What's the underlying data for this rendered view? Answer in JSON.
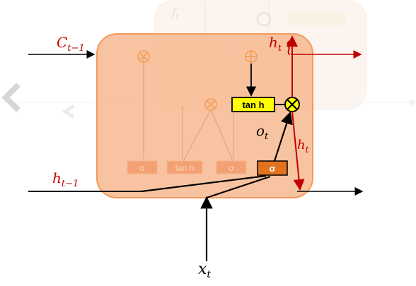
{
  "labels": {
    "c_prev": "C",
    "c_prev_sub": "t−1",
    "h_prev": "h",
    "h_prev_sub": "t−1",
    "x_t": "x",
    "x_t_sub": "t",
    "h_out_top": "h",
    "h_out_top_sub": "t",
    "h_out_side": "h",
    "h_out_side_sub": "t",
    "o_t": "o",
    "o_t_sub": "t",
    "faded_f": "f",
    "faded_f_sub": "t",
    "faded_g": "g",
    "faded_g_sub": "t"
  },
  "gates": {
    "tanh_box": "tan h",
    "sigma_output": "σ",
    "faded_sigma_1": "σ",
    "faded_tanh": "tan h",
    "faded_sigma_2": "σ"
  },
  "colors": {
    "cell_fill": "#f7b98f",
    "cell_stroke": "#f39a5c",
    "highlight_red": "#c00000",
    "label_red": "#c00000",
    "tanh_fill": "#ffff00",
    "sigma_fill": "#e2731c",
    "faded_op": "#f5a15e",
    "arrow_black": "#000000"
  }
}
